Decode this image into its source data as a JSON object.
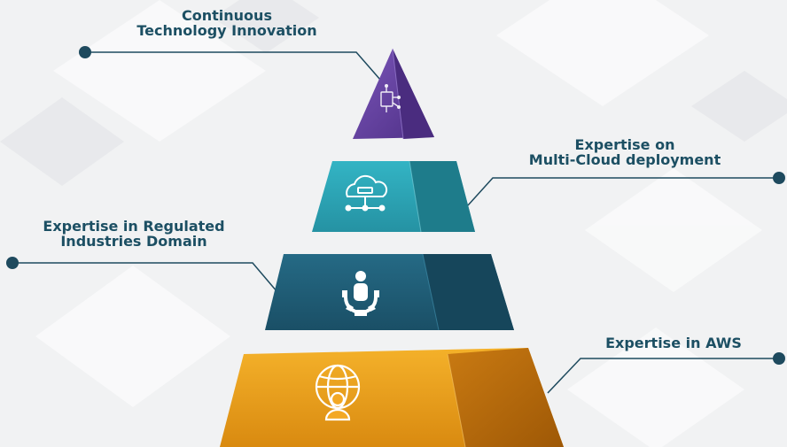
{
  "labels": {
    "top": {
      "line1": "Continuous",
      "line2": "Technology Innovation"
    },
    "cloud": {
      "line1": "Expertise on",
      "line2": "Multi-Cloud deployment"
    },
    "regulated": {
      "line1": "Expertise in Regulated",
      "line2": "Industries Domain"
    },
    "aws": {
      "line1": "Expertise in AWS"
    }
  },
  "icons": {
    "top": "circuit-chip-icon",
    "cloud": "cloud-network-icon",
    "regulated": "person-gear-icon",
    "aws": "globe-person-icon"
  },
  "colors": {
    "text": "#1c4f63",
    "connector": "#1e4a5e",
    "purple": "#5b3a96",
    "teal": "#2aa0b0",
    "navy": "#1f5b74",
    "orange": "#e59a18"
  }
}
